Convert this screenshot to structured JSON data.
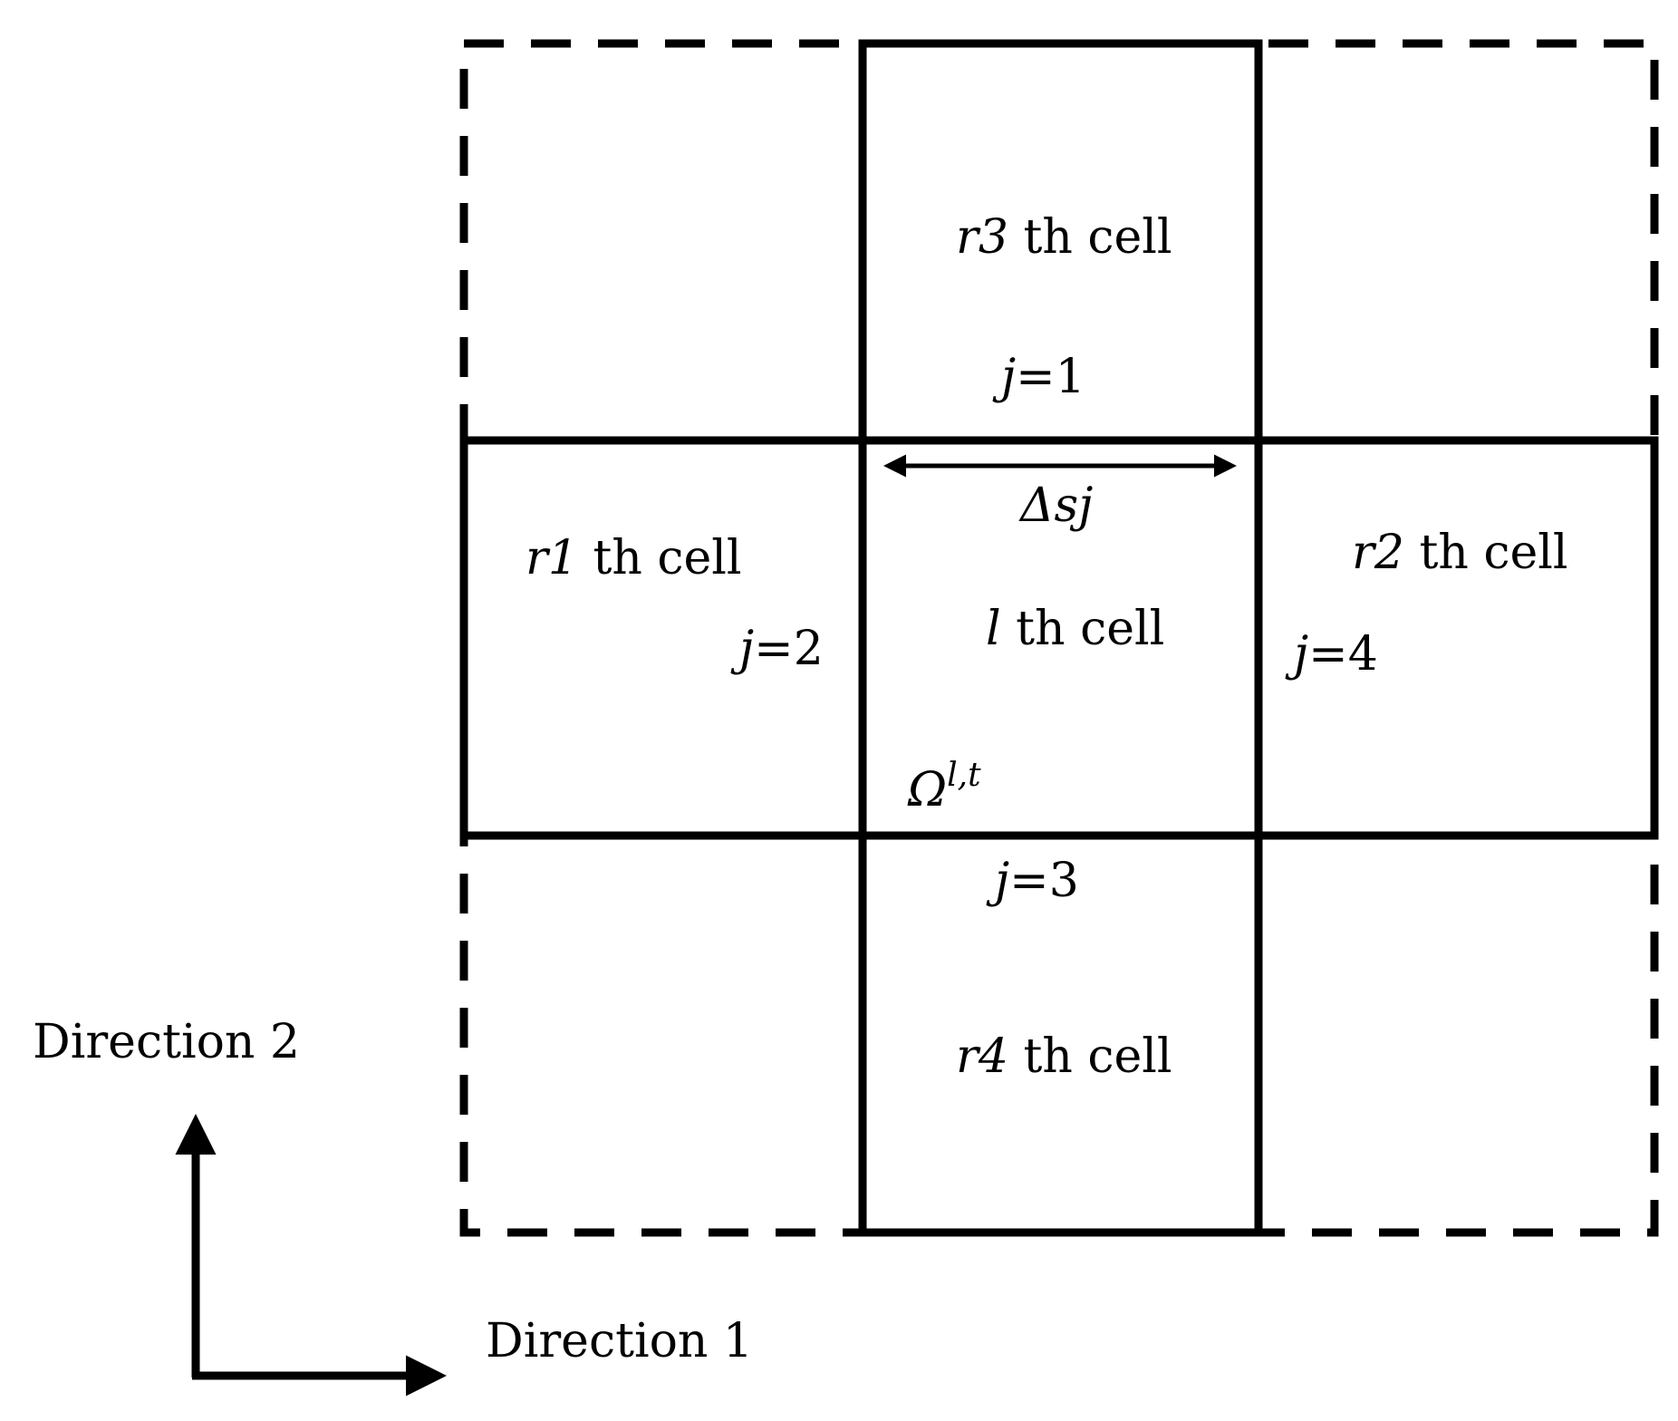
{
  "cells": {
    "r3": {
      "var": "r3",
      "suffix": " th cell"
    },
    "r1": {
      "var": "r1",
      "suffix": " th cell"
    },
    "l": {
      "var": "l",
      "suffix": " th cell"
    },
    "r2": {
      "var": "r2",
      "suffix": " th cell"
    },
    "r4": {
      "var": "r4",
      "suffix": " th cell"
    }
  },
  "faces": {
    "j1": {
      "var": "j",
      "value": "=1"
    },
    "j2": {
      "var": "j",
      "value": "=2"
    },
    "j3": {
      "var": "j",
      "value": "=3"
    },
    "j4": {
      "var": "j",
      "value": "=4"
    }
  },
  "delta_s": "Δsj",
  "omega": {
    "symbol": "Ω",
    "superscript": "l,t"
  },
  "directions": {
    "dir1": "Direction 1",
    "dir2": "Direction 2"
  },
  "colors": {
    "line": "#000000",
    "background": "#ffffff"
  }
}
